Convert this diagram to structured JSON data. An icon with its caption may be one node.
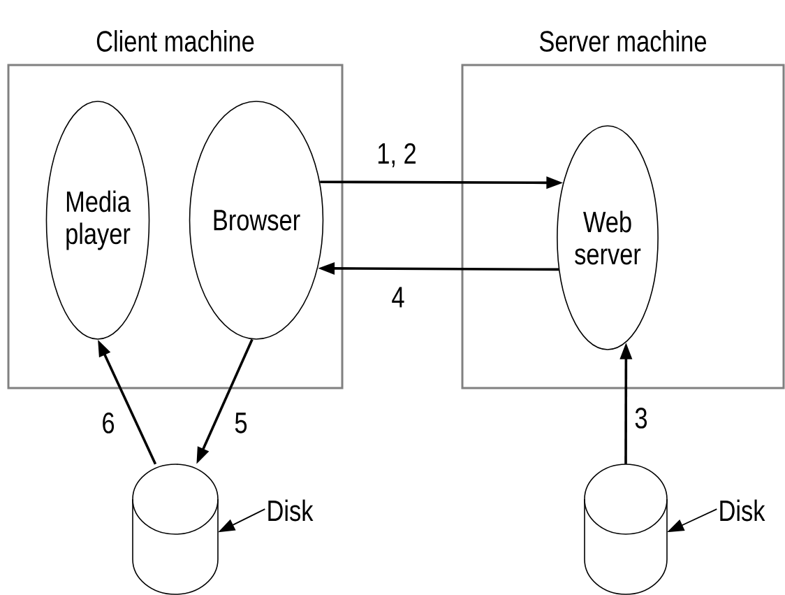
{
  "diagram": {
    "nodes": [
      {
        "text": [
          "Client machine"
        ]
      },
      {
        "text": [
          "Media player"
        ],
        "in": 0
      },
      {
        "text": [
          "Browser"
        ],
        "in": 0
      },
      {
        "text": [
          "Server machine"
        ]
      },
      {
        "text": [
          "Web server"
        ],
        "in": 3
      },
      {
        "text": [],
        "shape": "cylinder"
      },
      {
        "text": [
          "Disk"
        ]
      },
      {
        "text": [],
        "shape": "cylinder"
      },
      {
        "text": [
          "Disk"
        ]
      }
    ],
    "edges": [
      {
        "from": 2,
        "to": 4,
        "arrow": "to",
        "label": "1, 2"
      },
      {
        "from": 4,
        "to": 2,
        "arrow": "to",
        "label": "4"
      },
      {
        "from": 2,
        "to": 5,
        "arrow": "to",
        "label": "5"
      },
      {
        "from": 5,
        "to": 1,
        "arrow": "to",
        "label": "6"
      },
      {
        "from": 7,
        "to": 4,
        "arrow": "to",
        "label": "3"
      },
      {
        "from": 6,
        "to": 5,
        "arrow": "to"
      },
      {
        "from": 8,
        "to": 7,
        "arrow": "to"
      }
    ]
  }
}
